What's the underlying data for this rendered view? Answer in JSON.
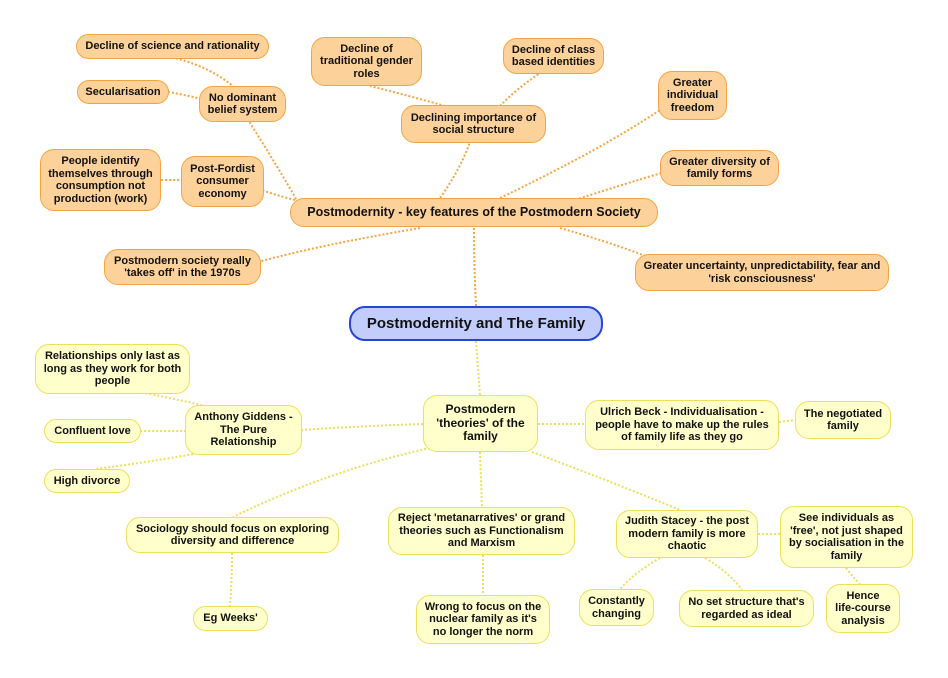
{
  "diagram": {
    "central": "Postmodernity and The Family",
    "orange_branch": {
      "main": "Postmodernity - key features of the Postmodern Society",
      "no_dominant_belief": "No dominant\nbelief system",
      "decline_science": "Decline of science and rationality",
      "secularisation": "Secularisation",
      "declining_structure": "Declining importance of\nsocial structure",
      "decline_gender_roles": "Decline of\ntraditional gender\nroles",
      "decline_class": "Decline of class\nbased identities",
      "greater_freedom": "Greater\nindividual\nfreedom",
      "greater_diversity": "Greater diversity of\nfamily forms",
      "post_fordist": "Post-Fordist\nconsumer\neconomy",
      "consumption_identity": "People identify\nthemselves through\nconsumption not\nproduction (work)",
      "takes_off_1970s": "Postmodern society really\n'takes off' in the 1970s",
      "uncertainty": "Greater uncertainty, unpredictability, fear and\n'risk consciousness'"
    },
    "yellow_branch": {
      "main": "Postmodern\n'theories' of the\nfamily",
      "giddens": "Anthony Giddens -\nThe Pure\nRelationship",
      "relationships_last": "Relationships only last as\nlong as they work for both\npeople",
      "confluent_love": "Confluent love",
      "high_divorce": "High divorce",
      "beck": "Ulrich Beck - Individualisation -\npeople have to make up the rules\nof family life as they go",
      "negotiated_family": "The negotiated\nfamily",
      "sociology_diversity": "Sociology should focus on exploring\ndiversity and difference",
      "eg_weeks": "Eg Weeks'",
      "reject_metanarratives": "Reject 'metanarratives' or grand\ntheories such as Functionalism\nand Marxism",
      "wrong_nuclear": "Wrong to focus on the\nnuclear family as it's\nno longer the norm",
      "stacey": "Judith Stacey - the post\nmodern family is more\nchaotic",
      "constantly_changing": "Constantly\nchanging",
      "no_set_structure": "No set structure that's\nregarded as ideal",
      "see_individuals_free": "See individuals as\n'free', not just shaped\nby socialisation in the\nfamily",
      "life_course": "Hence\nlife-course\nanalysis"
    },
    "colors": {
      "orange_fill": "#fdd29a",
      "orange_border": "#f3a442",
      "yellow_fill": "#ffffcc",
      "yellow_border": "#eede5a",
      "central_fill": "#c2cdfb",
      "central_border": "#2545d6"
    }
  }
}
